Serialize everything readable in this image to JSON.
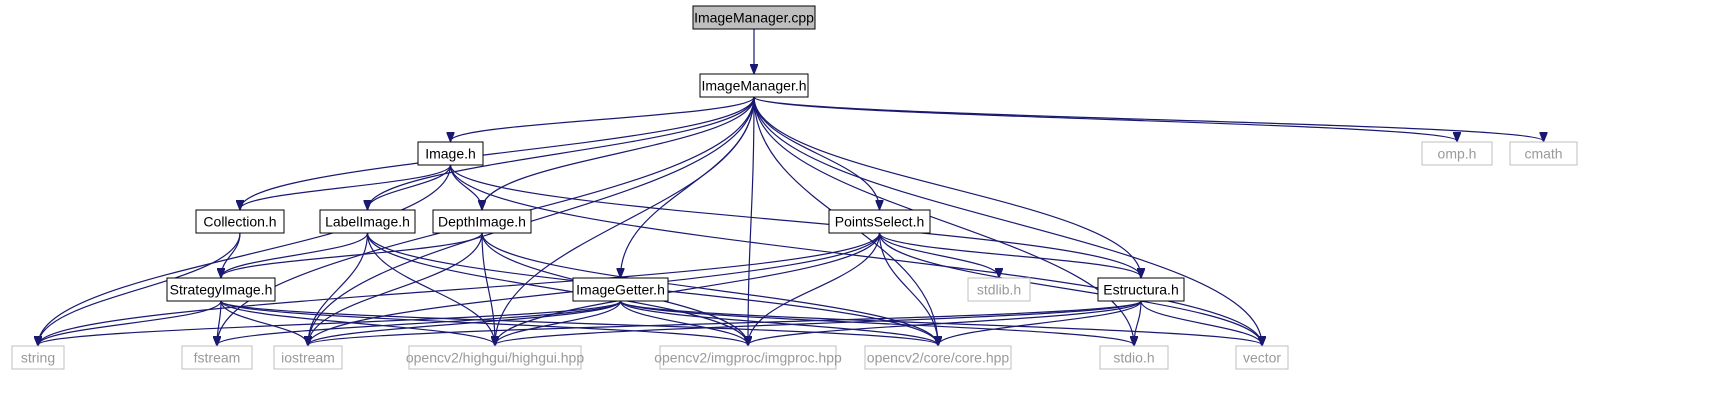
{
  "diagram": {
    "colors": {
      "edge": "#191970",
      "root_fill": "#bfbfbf",
      "node_border": "#000000",
      "sys_border": "#bfbfbf",
      "sys_text": "#9a9a9a"
    },
    "nodes": [
      {
        "id": "imagemanager_cpp",
        "label": "ImageManager.cpp",
        "kind": "root"
      },
      {
        "id": "imagemanager_h",
        "label": "ImageManager.h",
        "kind": "local"
      },
      {
        "id": "image_h",
        "label": "Image.h",
        "kind": "local"
      },
      {
        "id": "omp_h",
        "label": "omp.h",
        "kind": "system"
      },
      {
        "id": "cmath",
        "label": "cmath",
        "kind": "system"
      },
      {
        "id": "collection_h",
        "label": "Collection.h",
        "kind": "local"
      },
      {
        "id": "labelimage_h",
        "label": "LabelImage.h",
        "kind": "local"
      },
      {
        "id": "depthimage_h",
        "label": "DepthImage.h",
        "kind": "local"
      },
      {
        "id": "pointsselect_h",
        "label": "PointsSelect.h",
        "kind": "local"
      },
      {
        "id": "stdlib_h",
        "label": "stdlib.h",
        "kind": "system"
      },
      {
        "id": "strategyimage_h",
        "label": "StrategyImage.h",
        "kind": "local"
      },
      {
        "id": "imagegetter_h",
        "label": "ImageGetter.h",
        "kind": "local"
      },
      {
        "id": "estructura_h",
        "label": "Estructura.h",
        "kind": "local"
      },
      {
        "id": "string",
        "label": "string",
        "kind": "system"
      },
      {
        "id": "fstream",
        "label": "fstream",
        "kind": "system"
      },
      {
        "id": "iostream",
        "label": "iostream",
        "kind": "system"
      },
      {
        "id": "highgui",
        "label": "opencv2/highgui/highgui.hpp",
        "kind": "system"
      },
      {
        "id": "imgproc",
        "label": "opencv2/imgproc/imgproc.hpp",
        "kind": "system"
      },
      {
        "id": "core",
        "label": "opencv2/core/core.hpp",
        "kind": "system"
      },
      {
        "id": "stdio_h",
        "label": "stdio.h",
        "kind": "system"
      },
      {
        "id": "vector",
        "label": "vector",
        "kind": "system"
      }
    ],
    "edges": [
      [
        "imagemanager_cpp",
        "imagemanager_h"
      ],
      [
        "imagemanager_h",
        "image_h"
      ],
      [
        "imagemanager_h",
        "omp_h"
      ],
      [
        "imagemanager_h",
        "cmath"
      ],
      [
        "imagemanager_h",
        "collection_h"
      ],
      [
        "imagemanager_h",
        "labelimage_h"
      ],
      [
        "imagemanager_h",
        "depthimage_h"
      ],
      [
        "imagemanager_h",
        "pointsselect_h"
      ],
      [
        "imagemanager_h",
        "imagegetter_h"
      ],
      [
        "imagemanager_h",
        "estructura_h"
      ],
      [
        "imagemanager_h",
        "fstream"
      ],
      [
        "imagemanager_h",
        "iostream"
      ],
      [
        "imagemanager_h",
        "highgui"
      ],
      [
        "imagemanager_h",
        "imgproc"
      ],
      [
        "imagemanager_h",
        "core"
      ],
      [
        "imagemanager_h",
        "stdio_h"
      ],
      [
        "imagemanager_h",
        "vector"
      ],
      [
        "image_h",
        "collection_h"
      ],
      [
        "image_h",
        "labelimage_h"
      ],
      [
        "image_h",
        "depthimage_h"
      ],
      [
        "image_h",
        "estructura_h"
      ],
      [
        "image_h",
        "string"
      ],
      [
        "image_h",
        "vector"
      ],
      [
        "collection_h",
        "strategyimage_h"
      ],
      [
        "collection_h",
        "string"
      ],
      [
        "labelimage_h",
        "strategyimage_h"
      ],
      [
        "labelimage_h",
        "iostream"
      ],
      [
        "labelimage_h",
        "highgui"
      ],
      [
        "labelimage_h",
        "imgproc"
      ],
      [
        "labelimage_h",
        "core"
      ],
      [
        "depthimage_h",
        "strategyimage_h"
      ],
      [
        "depthimage_h",
        "iostream"
      ],
      [
        "depthimage_h",
        "highgui"
      ],
      [
        "depthimage_h",
        "imgproc"
      ],
      [
        "depthimage_h",
        "core"
      ],
      [
        "pointsselect_h",
        "string"
      ],
      [
        "pointsselect_h",
        "iostream"
      ],
      [
        "pointsselect_h",
        "highgui"
      ],
      [
        "pointsselect_h",
        "imgproc"
      ],
      [
        "pointsselect_h",
        "core"
      ],
      [
        "pointsselect_h",
        "stdlib_h"
      ],
      [
        "pointsselect_h",
        "estructura_h"
      ],
      [
        "pointsselect_h",
        "vector"
      ],
      [
        "strategyimage_h",
        "string"
      ],
      [
        "strategyimage_h",
        "fstream"
      ],
      [
        "strategyimage_h",
        "iostream"
      ],
      [
        "strategyimage_h",
        "highgui"
      ],
      [
        "strategyimage_h",
        "imgproc"
      ],
      [
        "strategyimage_h",
        "core"
      ],
      [
        "imagegetter_h",
        "string"
      ],
      [
        "imagegetter_h",
        "fstream"
      ],
      [
        "imagegetter_h",
        "iostream"
      ],
      [
        "imagegetter_h",
        "highgui"
      ],
      [
        "imagegetter_h",
        "imgproc"
      ],
      [
        "imagegetter_h",
        "core"
      ],
      [
        "imagegetter_h",
        "stdio_h"
      ],
      [
        "imagegetter_h",
        "vector"
      ],
      [
        "estructura_h",
        "iostream"
      ],
      [
        "estructura_h",
        "highgui"
      ],
      [
        "estructura_h",
        "imgproc"
      ],
      [
        "estructura_h",
        "core"
      ],
      [
        "estructura_h",
        "stdio_h"
      ],
      [
        "estructura_h",
        "vector"
      ]
    ]
  }
}
